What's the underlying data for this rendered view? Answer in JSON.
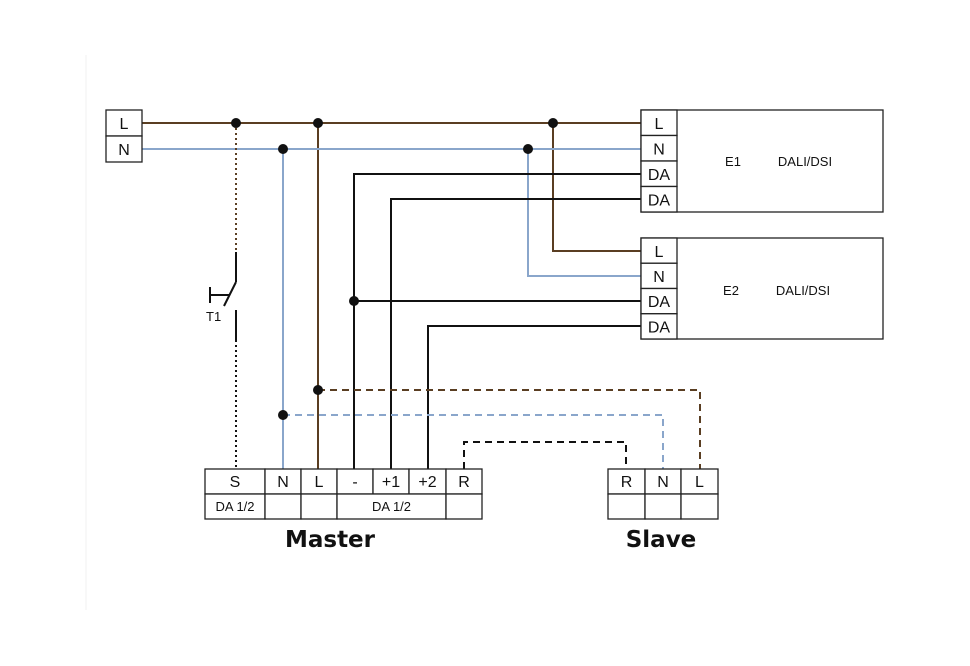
{
  "colors": {
    "phase": "#5a3e22",
    "neutral": "#8aa6cb",
    "signal": "#111111",
    "box_stroke": "#222222"
  },
  "supply": {
    "l_label": "L",
    "n_label": "N"
  },
  "switch": {
    "label": "T1"
  },
  "ballasts": [
    {
      "name": "E1",
      "type": "DALI/DSI",
      "terminals": [
        "L",
        "N",
        "DA",
        "DA"
      ]
    },
    {
      "name": "E2",
      "type": "DALI/DSI",
      "terminals": [
        "L",
        "N",
        "DA",
        "DA"
      ]
    }
  ],
  "master": {
    "title": "Master",
    "terminals": [
      "S",
      "N",
      "L",
      "-",
      "+1",
      "+2",
      "R"
    ],
    "bottom_labels": [
      "DA 1/2",
      "DA 1/2"
    ]
  },
  "slave": {
    "title": "Slave",
    "terminals": [
      "R",
      "N",
      "L"
    ]
  }
}
